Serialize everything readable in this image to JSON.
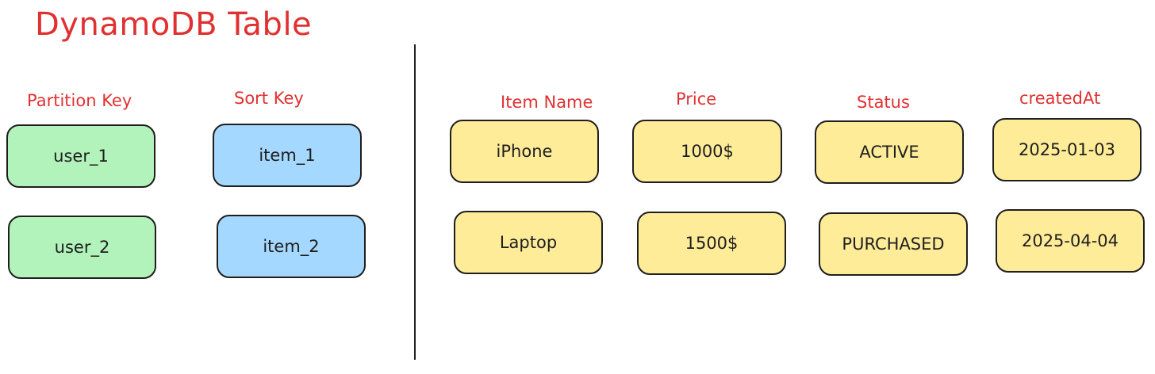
{
  "title": "DynamoDB Table",
  "headers": {
    "partition_key": "Partition Key",
    "sort_key": "Sort Key",
    "item_name": "Item Name",
    "price": "Price",
    "status": "Status",
    "created_at": "createdAt"
  },
  "rows": [
    {
      "partition_key": "user_1",
      "sort_key": "item_1",
      "item_name": "iPhone",
      "price": "1000$",
      "status": "ACTIVE",
      "created_at": "2025-01-03"
    },
    {
      "partition_key": "user_2",
      "sort_key": "item_2",
      "item_name": "Laptop",
      "price": "1500$",
      "status": "PURCHASED",
      "created_at": "2025-04-04"
    }
  ],
  "colors": {
    "header_text": "#e03131",
    "partition_key_fill": "#b2f2bb",
    "sort_key_fill": "#a5d8ff",
    "attribute_fill": "#ffec99",
    "stroke": "#1e1e1e"
  }
}
